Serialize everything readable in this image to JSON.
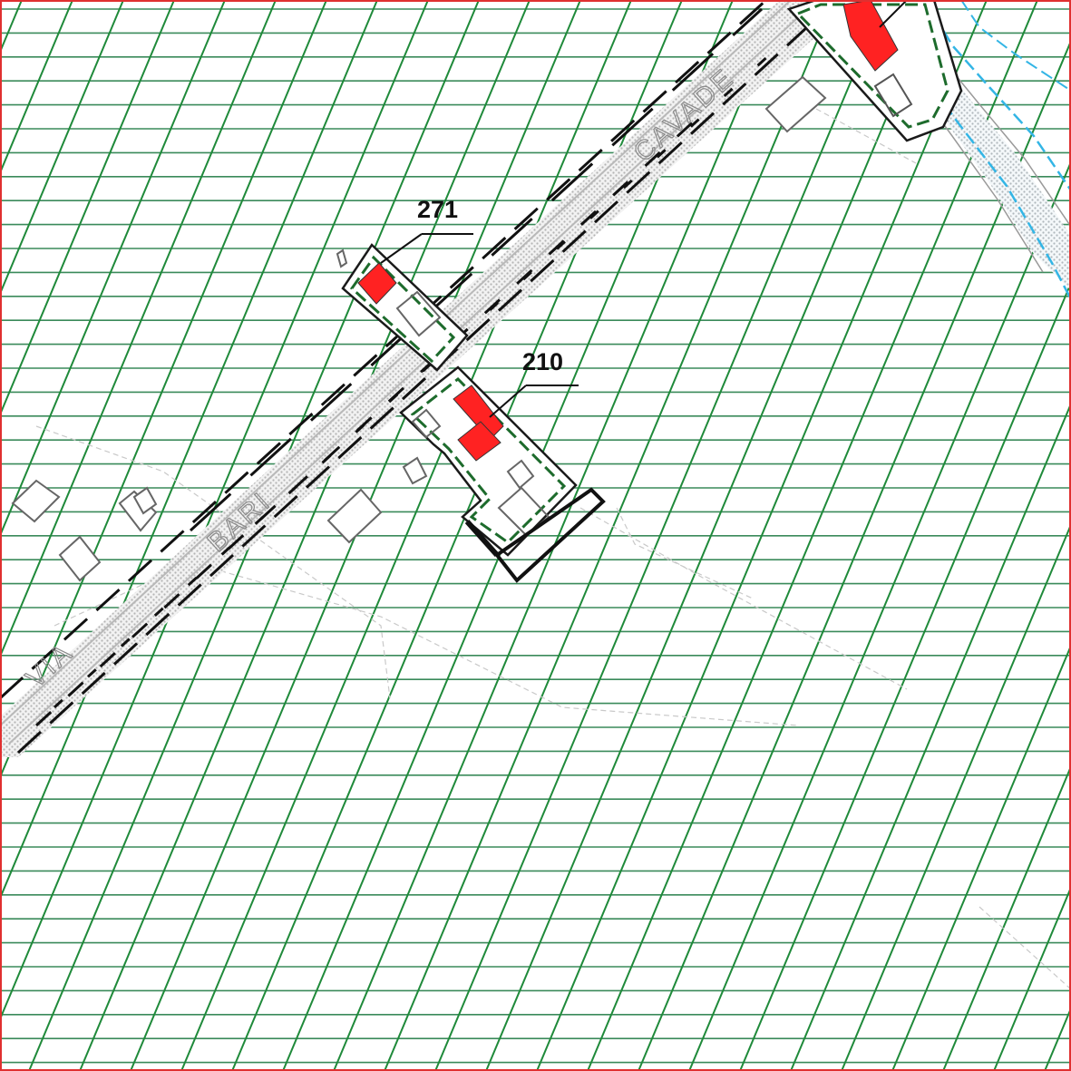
{
  "map": {
    "roads": [
      {
        "name_part_1": "VIA",
        "name_part_2": "BARI",
        "name_part_3": "CAVADE"
      }
    ],
    "parcels": [
      {
        "number": "271"
      },
      {
        "number": "210"
      }
    ],
    "colors": {
      "hatch_horizontal": "#3a8a5a",
      "hatch_diagonal": "#1f8a3a",
      "building_highlight": "#ff2222",
      "parcel_outline": "#1a1a1a",
      "parcel_inner_dashed": "#1d6b2c",
      "road_fill": "#d9d9d9",
      "water_line": "#33b5e5",
      "frame": "#e03030"
    }
  }
}
